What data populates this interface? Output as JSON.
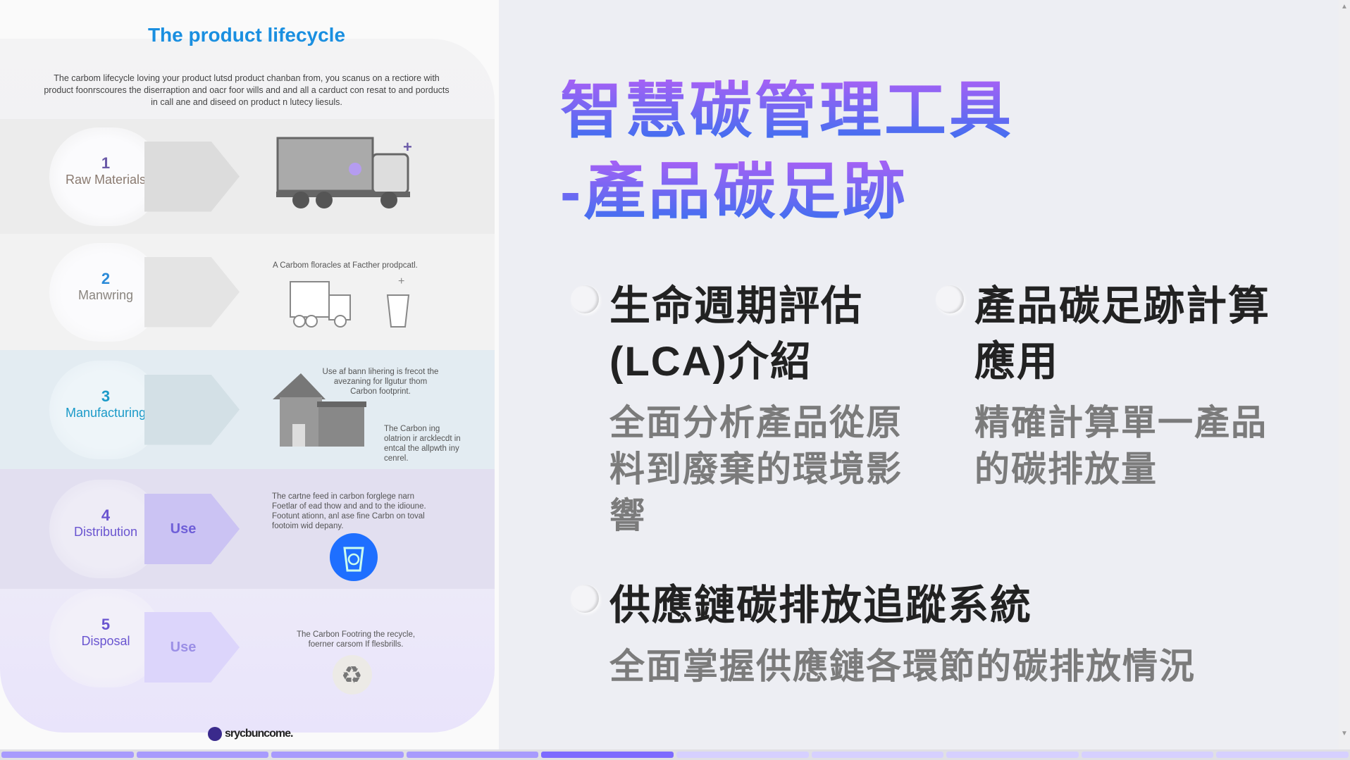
{
  "left_panel": {
    "title": "The product lifecycle",
    "description": "The carbom lifecycle loving your product lutsd product chanban from, you scanus on a rectiore with product foonrscoures the diserraption and oacr foor wills and and all a carduct con resat to and porducts in call ane and diseed on product n lutecy liesuls.",
    "steps": [
      {
        "num": "1",
        "label": "Raw Materials",
        "arrow": "",
        "text": "",
        "icon": "truck-icon"
      },
      {
        "num": "2",
        "label": "Manwring",
        "arrow": "",
        "text": "A Carbom floracles at Facther prodpcatl.",
        "icon": "truck-cup-icon"
      },
      {
        "num": "3",
        "label": "Manufacturing",
        "arrow": "",
        "text": "Use af bann lihering is frecot the avezaning for llgutur thom Carbon footprint.",
        "text2": "The Carbon ing olatrion ir arcklecdt in entcal the allpwth iny cenrel.",
        "icon": "house-icon"
      },
      {
        "num": "4",
        "label": "Distribution",
        "arrow": "Use",
        "text": "The cartne feed in carbon forglege narn Foetlar of ead thow and and to the idioune. Footunt ationn, anl ase fine Carbn on toval footoim wid depany.",
        "icon": "recycle-bin-icon"
      },
      {
        "num": "5",
        "label": "Disposal",
        "arrow": "Use",
        "text": "The Carbon Footring the recycle, foerner carsom If flesbrills.",
        "icon": "recycle-icon"
      }
    ],
    "logo": "srycbuncome."
  },
  "slide": {
    "title_line1": "智慧碳管理工具",
    "title_line2": "-產品碳足跡",
    "items": [
      {
        "heading": "生命週期評估(LCA)介紹",
        "desc": "全面分析產品從原料到廢棄的環境影響"
      },
      {
        "heading": "產品碳足跡計算應用",
        "desc": "精確計算單一產品的碳排放量"
      },
      {
        "heading": "供應鏈碳排放追蹤系統",
        "desc": "全面掌握供應鏈各環節的碳排放情況"
      }
    ]
  },
  "progress": {
    "total_segments": 10,
    "current_segment": 5
  },
  "colors": {
    "title_gradient_top": "#a561f5",
    "title_gradient_bottom": "#3e6ff0",
    "progress_active": "#7d6bff"
  }
}
